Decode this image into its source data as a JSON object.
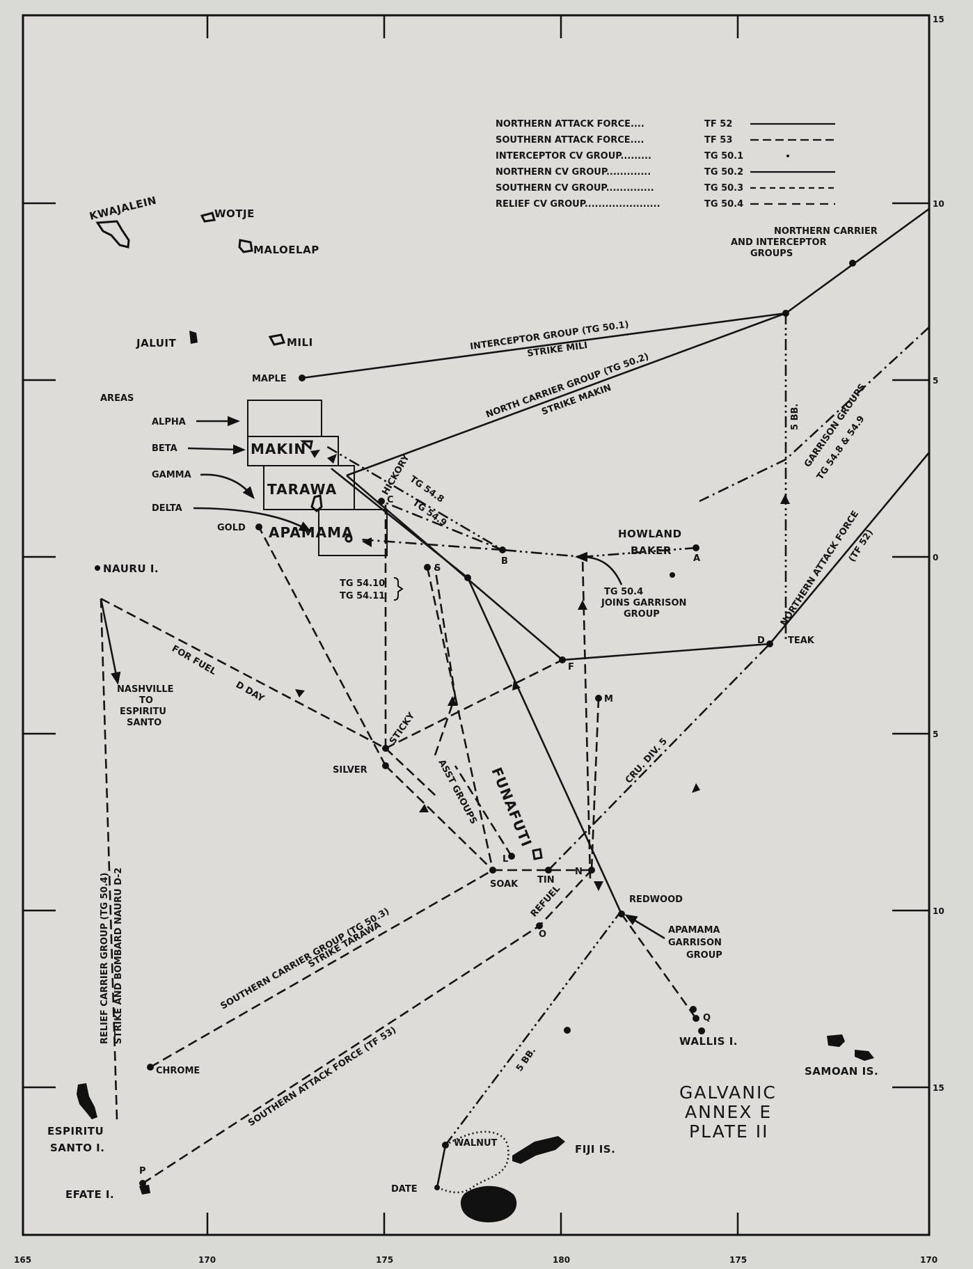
{
  "title": {
    "line1": "GALVANIC",
    "line2": "ANNEX E",
    "line3": "PLATE II"
  },
  "legend": [
    {
      "name": "NORTHERN ATTACK FORCE....",
      "code": "TF 52",
      "style": "solid"
    },
    {
      "name": "SOUTHERN ATTACK FORCE....",
      "code": "TF 53",
      "style": "dash"
    },
    {
      "name": "INTERCEPTOR CV GROUP.........",
      "code": "TG 50.1",
      "style": "dot"
    },
    {
      "name": "NORTHERN CV GROUP.............",
      "code": "TG 50.2",
      "style": "solid"
    },
    {
      "name": "SOUTHERN CV GROUP..............",
      "code": "TG 50.3",
      "style": "dash"
    },
    {
      "name": "RELIEF CV GROUP......................",
      "code": "TG 50.4",
      "style": "dash"
    }
  ],
  "bottom_ticks": [
    "165",
    "170",
    "175",
    "180",
    "175",
    "170"
  ],
  "right_ticks": [
    "15",
    "10",
    "5",
    "0",
    "5",
    "10",
    "15"
  ],
  "islands": {
    "kwajalein": "KWAJALEIN",
    "wotje": "WOTJE",
    "maloelap": "MALOELAP",
    "jaluit": "JALUIT",
    "mili": "MILI",
    "makin": "MAKIN",
    "tarawa": "TARAWA",
    "apamama": "APAMAMA",
    "nauru": "NAURU I.",
    "howland": "HOWLAND",
    "baker": "BAKER",
    "funafuti": "FUNAFUTI",
    "wallis": "WALLIS I.",
    "samoan": "SAMOAN IS.",
    "fiji": "FIJI IS.",
    "espiritu_line1": "ESPIRITU",
    "espiritu_line2": "SANTO I.",
    "efate": "EFATE I."
  },
  "areas": {
    "header": "AREAS",
    "alpha": "ALPHA",
    "beta": "BETA",
    "gamma": "GAMMA",
    "delta": "DELTA"
  },
  "points": {
    "maple": "MAPLE",
    "gold": "GOLD",
    "silver": "SILVER",
    "sticky": "STICKY",
    "soak": "SOAK",
    "tin": "TIN",
    "redwood": "REDWOOD",
    "chrome": "CHROME",
    "walnut": "WALNUT",
    "date": "DATE",
    "teak": "TEAK",
    "a": "A",
    "b": "B",
    "c": "C",
    "d": "D",
    "f": "F",
    "l": "L",
    "m": "M",
    "n": "N",
    "o": "O",
    "p": "P",
    "q": "Q",
    "s": "S"
  },
  "route_labels": {
    "northern_carrier_line1": "NORTHERN CARRIER",
    "northern_carrier_line2": "AND INTERCEPTOR",
    "northern_carrier_line3": "GROUPS",
    "interceptor": "INTERCEPTOR GROUP (TG 50.1)",
    "strike_mili": "STRIKE MILI",
    "north_carrier": "NORTH CARRIER GROUP (TG 50.2)",
    "strike_makin": "STRIKE MAKIN",
    "garrison": "GARRISON GROUPS",
    "garrison_tg": "TG 54.8 & 54.9",
    "five_bb_upper": "5 BB.",
    "five_bb_lower": "5 BB.",
    "northern_attack": "NORTHERN ATTACK FORCE",
    "tf52": "(TF 52)",
    "hickory": "HICKORY",
    "tg548": "TG 54.8",
    "tg549": "TG 54.9",
    "tg5410": "TG 54.10",
    "tg5411": "TG 54.11",
    "tg504_line1": "TG 50.4",
    "tg504_line2": "JOINS GARRISON",
    "tg504_line3": "GROUP",
    "for_fuel": "FOR FUEL",
    "d_day": "D DAY",
    "nashville_line1": "NASHVILLE",
    "nashville_line2": "TO",
    "nashville_line3": "ESPIRITU",
    "nashville_line4": "SANTO",
    "relief_line1": "RELIEF CARRIER GROUP (TG 50.4)",
    "relief_line2": "STRIKE AND BOMBARD NAURU D-2",
    "asst_groups": "ASST GROUPS",
    "cru_div": "CRU. DIV. 5",
    "refuel": "REFUEL",
    "southern_carrier": "SOUTHERN CARRIER GROUP (TG 50.3)",
    "strike_tarawa": "STRIKE TARAWA",
    "southern_attack": "SOUTHERN ATTACK FORCE (TF 53)",
    "apamama_garrison_line1": "APAMAMA",
    "apamama_garrison_line2": "GARRISON",
    "apamama_garrison_line3": "GROUP"
  }
}
